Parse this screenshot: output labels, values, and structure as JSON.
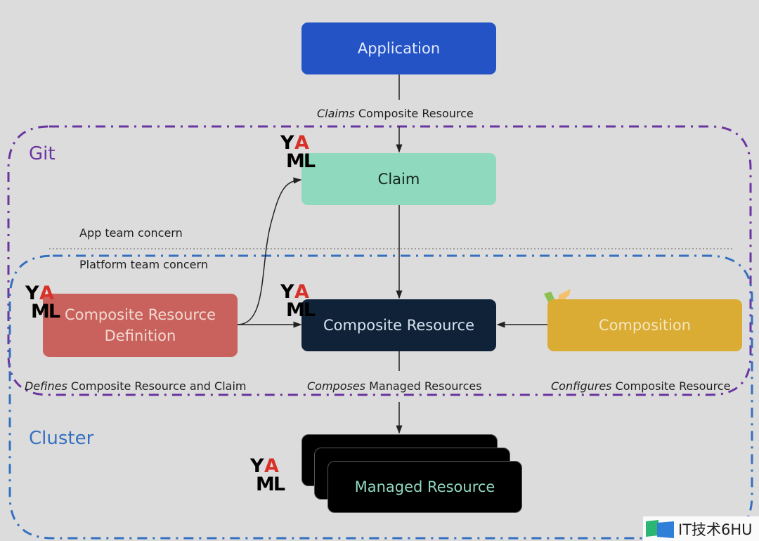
{
  "regions": {
    "git": {
      "label": "Git",
      "color": "#6a35a0"
    },
    "cluster": {
      "label": "Cluster",
      "color": "#3570c0"
    }
  },
  "concerns": {
    "app": "App team concern",
    "platform": "Platform team concern"
  },
  "nodes": {
    "application": {
      "label": "Application",
      "bg": "#2453c6",
      "fg": "#e4ecff"
    },
    "claim": {
      "label": "Claim",
      "bg": "#8fd9bf",
      "fg": "#12241e"
    },
    "xrd": {
      "label_line1": "Composite Resource",
      "label_line2": "Definition",
      "bg": "#c9625c",
      "fg": "#f3d9d3"
    },
    "composite_resource": {
      "label": "Composite Resource",
      "bg": "#0f2238",
      "fg": "#d6e3f0"
    },
    "composition": {
      "label": "Composition",
      "bg": "#dbac34",
      "fg": "#f4e6c1"
    },
    "managed_resource": {
      "label": "Managed Resource",
      "bg": "#000000",
      "fg": "#8fd9bf"
    }
  },
  "edge_labels": {
    "claims": {
      "em": "Claims",
      "rest": " Composite Resource"
    },
    "defines": {
      "em": "Defines",
      "rest": " Composite Resource and Claim"
    },
    "composes": {
      "em": "Composes",
      "rest": " Managed Resources"
    },
    "configures": {
      "em": "Configures",
      "rest": " Composite Resource"
    }
  },
  "yaml_badge": {
    "y": "Y",
    "a": "A",
    "ml": "ML"
  },
  "icons": {
    "yaml": "yaml-logo-icon",
    "crossplane": "crossplane-logo-icon"
  },
  "watermark": {
    "text": "IT技术6HU"
  }
}
